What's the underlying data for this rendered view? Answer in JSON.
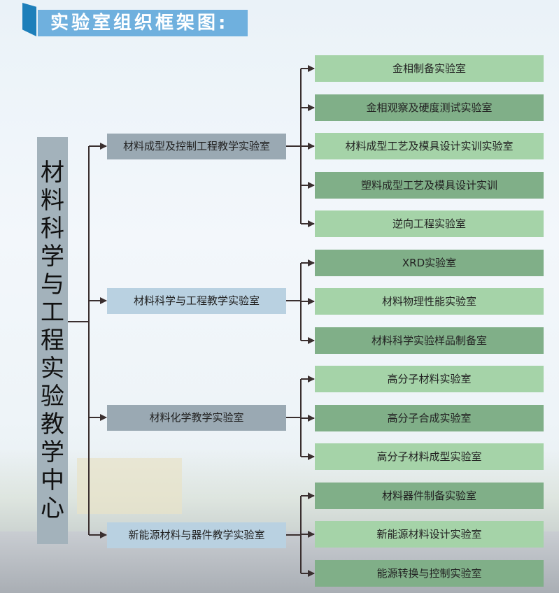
{
  "title": "实验室组织框架图:",
  "root": {
    "label": "材料科学与工程实验教学中心",
    "chars": [
      "材",
      "料",
      "科",
      "学",
      "与",
      "工",
      "程",
      "实",
      "验",
      "教",
      "学",
      "中",
      "心"
    ]
  },
  "colors": {
    "leaf_dark": "#80af88",
    "leaf_light": "#a5d3a8",
    "mid_dark": "#9aa9b3",
    "mid_light": "#b9d1e1",
    "title_bg": "#6fb0de",
    "line": "#3a2f2f"
  },
  "groups": [
    {
      "label": "材料成型及控制工程教学实验室",
      "labs": [
        "金相制备实验室",
        "金相观察及硬度测试实验室",
        "材料成型工艺及模具设计实训实验室",
        "塑料成型工艺及模具设计实训",
        "逆向工程实验室"
      ]
    },
    {
      "label": "材料科学与工程教学实验室",
      "labs": [
        "XRD实验室",
        "材料物理性能实验室",
        "材料科学实验样品制备室"
      ]
    },
    {
      "label": "材料化学教学实验室",
      "labs": [
        "高分子材料实验室",
        "高分子合成实验室",
        "高分子材料成型实验室"
      ]
    },
    {
      "label": "新能源材料与器件教学实验室",
      "labs": [
        "材料器件制备实验室",
        "新能源材料设计实验室",
        "能源转换与控制实验室"
      ]
    }
  ]
}
